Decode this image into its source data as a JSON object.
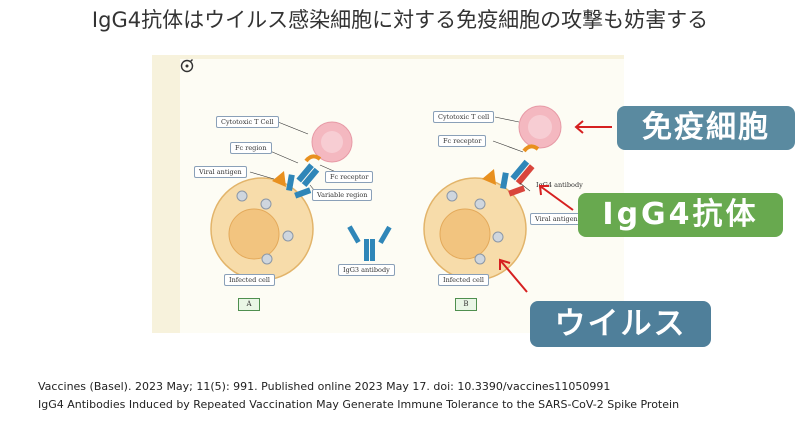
{
  "title": "IgG4抗体はウイルス感染細胞に対する免疫細胞の攻撃も妨害する",
  "figure": {
    "panel_a": {
      "cytotoxic_t_cell": "Cytotoxic T Cell",
      "fc_region": "Fc region",
      "fc_receptor": "Fc receptor",
      "viral_antigen": "Viral antigen",
      "variable_region": "Variable region",
      "infected_cell": "Infected cell",
      "igg3_antibody": "IgG3 antibody",
      "tag": "A"
    },
    "panel_b": {
      "cytotoxic_t_cell": "Cytotoxic T cell",
      "fc_receptor": "Fc receptor",
      "igg4_antibody": "IgG4 antibody",
      "viral_antigen": "Viral antigen",
      "infected_cell": "Infected cell",
      "tag": "B"
    },
    "colors": {
      "t_cell": "#f4b8c0",
      "infected_cell": "#f6d49a",
      "antibody_blue": "#2f86b8",
      "antibody_red": "#d9453c",
      "receptor": "#e8901f"
    }
  },
  "callouts": {
    "immune_cell": "免疫細胞",
    "igg4_antibody": "IgG4抗体",
    "virus": "ウイルス"
  },
  "citation": {
    "line1": "Vaccines (Basel). 2023 May; 11(5): 991.    Published online 2023 May 17. doi: 10.3390/vaccines11050991",
    "line2": "IgG4 Antibodies Induced by Repeated Vaccination May Generate Immune Tolerance to the SARS-CoV-2 Spike Protein"
  }
}
